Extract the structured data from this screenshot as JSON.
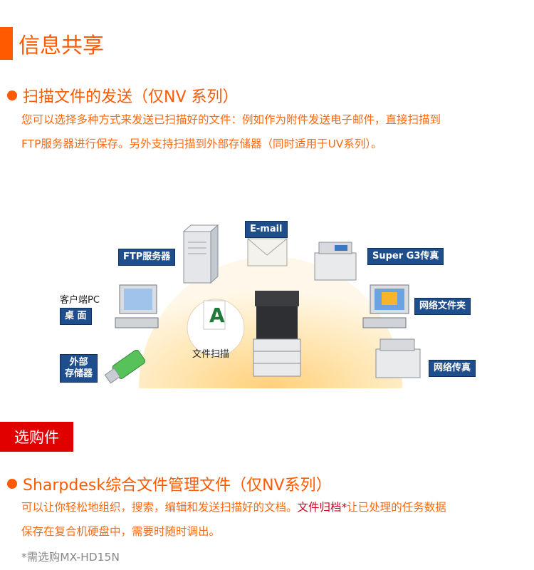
{
  "section1": {
    "title": "信息共享"
  },
  "scan": {
    "title": "扫描文件的发送（仅NV 系列）",
    "line1": "您可以选择多种方式来发送已扫描好的文件：例如作为附件发送电子邮件，直接扫描到",
    "line2": "FTP服务器进行保存。另外支持扫描到外部存储器（同时适用于UV系列）。"
  },
  "diagram": {
    "email": "E-mail",
    "ftp": "FTP服务器",
    "fax_g3": "Super G3传真",
    "client_pc": "客户端PC",
    "desktop": "桌 面",
    "network_folder": "网络文件夹",
    "external_line1": "外部",
    "external_line2": "存储器",
    "network_fax": "网络传真",
    "scan_label": "文件扫描",
    "doc_letter": "A"
  },
  "section2": {
    "title": "选购件"
  },
  "sharpdesk": {
    "title": "Sharpdesk综合文件管理文件（仅NV系列）",
    "line1_a": "可以让你轻松地组织，搜索，编辑和发送扫描好的文档。",
    "line1_hl": "文件归档*",
    "line1_b": "让已处理的任务数据",
    "line2": "保存在复合机硬盘中，需要时随时调出。",
    "note": "*需选购MX-HD15N"
  }
}
